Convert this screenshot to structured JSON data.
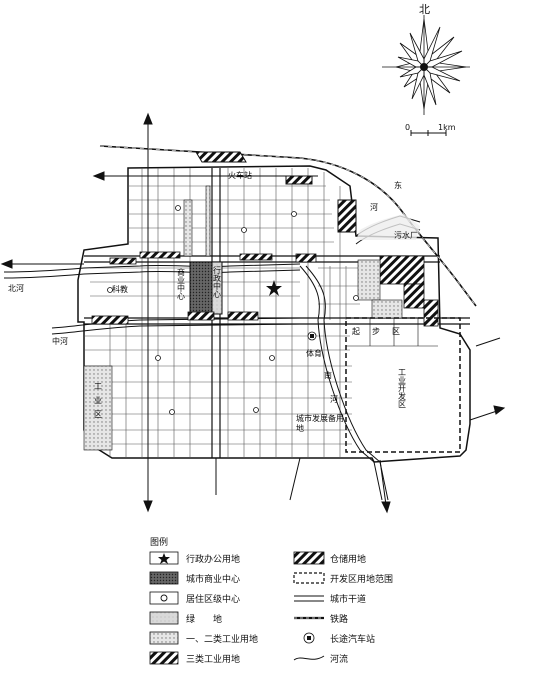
{
  "compass": {
    "north_label": "北"
  },
  "scale": {
    "zero": "0",
    "unit": "1km"
  },
  "labels": {
    "railway_station": "火车站",
    "dong": "东",
    "he_east": "河",
    "sewage_plant": "污水厂",
    "north_river": "北河",
    "middle_river": "中河",
    "south_south": "南",
    "south_he": "河",
    "science_edu": "科教",
    "commercial_center": "商业中心",
    "gov_center": "行政中心",
    "sports": "体育",
    "industry_west": "工业区",
    "industry_dev_zone": "工业开发区",
    "city_dev_land": "城市发展备用地",
    "starting_zone": "起步区"
  },
  "legend": {
    "title": "图例",
    "items": [
      {
        "label": "行政办公用地",
        "symbol": "star"
      },
      {
        "label": "仓储用地",
        "symbol": "hatch-bold"
      },
      {
        "label": "城市商业中心",
        "symbol": "dark-fill"
      },
      {
        "label": "开发区用地范围",
        "symbol": "dashed-box"
      },
      {
        "label": "居住区级中心",
        "symbol": "circle"
      },
      {
        "label": "城市干道",
        "symbol": "road-line"
      },
      {
        "label": "绿　　地",
        "symbol": "light-fill"
      },
      {
        "label": "铁路",
        "symbol": "rail-line"
      },
      {
        "label": "一、二类工业用地",
        "symbol": "dot-fill"
      },
      {
        "label": "长途汽车站",
        "symbol": "bus-circle"
      },
      {
        "label": "三类工业用地",
        "symbol": "hatch-heavy"
      },
      {
        "label": "河流",
        "symbol": "river"
      }
    ]
  }
}
